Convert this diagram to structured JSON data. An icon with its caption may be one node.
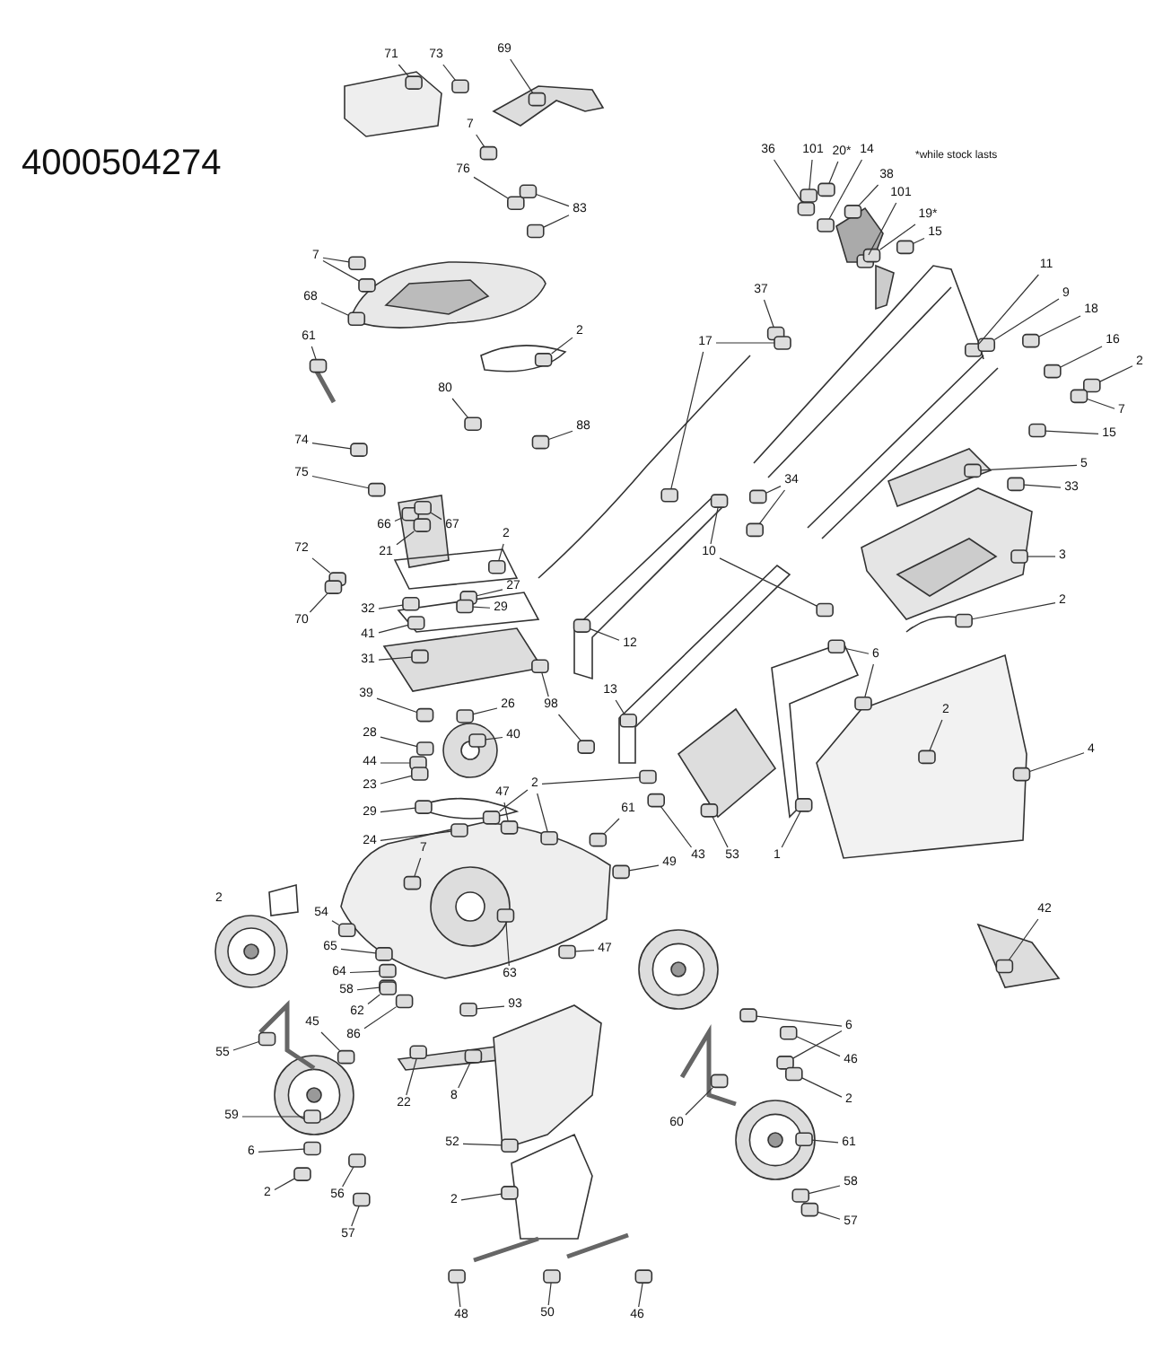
{
  "diagram": {
    "nodes": [
      {
        "text": [
          "71"
        ]
      },
      {
        "text": [
          "73"
        ]
      },
      {
        "text": [
          "69"
        ]
      },
      {
        "text": [
          "7"
        ]
      },
      {
        "text": [
          "76"
        ]
      },
      {
        "text": [
          "83"
        ]
      },
      {
        "text": [
          "36"
        ]
      },
      {
        "text": [
          "101"
        ]
      },
      {
        "text": [
          "20*"
        ]
      },
      {
        "text": [
          "14"
        ]
      },
      {
        "text": [
          "38"
        ]
      },
      {
        "text": [
          "101"
        ]
      },
      {
        "text": [
          "19*"
        ]
      },
      {
        "text": [
          "15"
        ]
      },
      {
        "text": [
          "7"
        ]
      },
      {
        "text": [
          "68"
        ]
      },
      {
        "text": [
          "11"
        ]
      },
      {
        "text": [
          "37"
        ]
      },
      {
        "text": [
          "9"
        ]
      },
      {
        "text": [
          "18"
        ]
      },
      {
        "text": [
          "2"
        ]
      },
      {
        "text": [
          "61"
        ]
      },
      {
        "text": [
          "16"
        ]
      },
      {
        "text": [
          "17"
        ]
      },
      {
        "text": [
          "2"
        ]
      },
      {
        "text": [
          "80"
        ]
      },
      {
        "text": [
          "7"
        ]
      },
      {
        "text": [
          "88"
        ]
      },
      {
        "text": [
          "15"
        ]
      },
      {
        "text": [
          "74"
        ]
      },
      {
        "text": [
          "5"
        ]
      },
      {
        "text": [
          "75"
        ]
      },
      {
        "text": [
          "34"
        ]
      },
      {
        "text": [
          "33"
        ]
      },
      {
        "text": [
          "66"
        ]
      },
      {
        "text": [
          "67"
        ]
      },
      {
        "text": [
          "2"
        ]
      },
      {
        "text": [
          "72"
        ]
      },
      {
        "text": [
          "21"
        ]
      },
      {
        "text": [
          "10"
        ]
      },
      {
        "text": [
          "3"
        ]
      },
      {
        "text": [
          "27"
        ]
      },
      {
        "text": [
          "2"
        ]
      },
      {
        "text": [
          "29"
        ]
      },
      {
        "text": [
          "32"
        ]
      },
      {
        "text": [
          "70"
        ]
      },
      {
        "text": [
          "41"
        ]
      },
      {
        "text": [
          "12"
        ]
      },
      {
        "text": [
          "6"
        ]
      },
      {
        "text": [
          "31"
        ]
      },
      {
        "text": [
          "13"
        ]
      },
      {
        "text": [
          "39"
        ]
      },
      {
        "text": [
          "98"
        ]
      },
      {
        "text": [
          "26"
        ]
      },
      {
        "text": [
          "2"
        ]
      },
      {
        "text": [
          "28"
        ]
      },
      {
        "text": [
          "40"
        ]
      },
      {
        "text": [
          "4"
        ]
      },
      {
        "text": [
          "44"
        ]
      },
      {
        "text": [
          "2"
        ]
      },
      {
        "text": [
          "23"
        ]
      },
      {
        "text": [
          "47"
        ]
      },
      {
        "text": [
          "61"
        ]
      },
      {
        "text": [
          "29"
        ]
      },
      {
        "text": [
          "24"
        ]
      },
      {
        "text": [
          "7"
        ]
      },
      {
        "text": [
          "43"
        ]
      },
      {
        "text": [
          "49"
        ]
      },
      {
        "text": [
          "53"
        ]
      },
      {
        "text": [
          "1"
        ]
      },
      {
        "text": [
          "54"
        ]
      },
      {
        "text": [
          "42"
        ]
      },
      {
        "text": [
          "65"
        ]
      },
      {
        "text": [
          "47"
        ]
      },
      {
        "text": [
          "64"
        ]
      },
      {
        "text": [
          "63"
        ]
      },
      {
        "text": [
          "58"
        ]
      },
      {
        "text": [
          "93"
        ]
      },
      {
        "text": [
          "62"
        ]
      },
      {
        "text": [
          "45"
        ]
      },
      {
        "text": [
          "6"
        ]
      },
      {
        "text": [
          "86"
        ]
      },
      {
        "text": [
          "55"
        ]
      },
      {
        "text": [
          "46"
        ]
      },
      {
        "text": [
          "8"
        ]
      },
      {
        "text": [
          "2"
        ]
      },
      {
        "text": [
          "22"
        ]
      },
      {
        "text": [
          "59"
        ]
      },
      {
        "text": [
          "60"
        ]
      },
      {
        "text": [
          "52"
        ]
      },
      {
        "text": [
          "61"
        ]
      },
      {
        "text": [
          "6"
        ]
      },
      {
        "text": [
          "58"
        ]
      },
      {
        "text": [
          "2"
        ]
      },
      {
        "text": [
          "2"
        ]
      },
      {
        "text": [
          "56"
        ]
      },
      {
        "text": [
          "57"
        ]
      },
      {
        "text": [
          "57"
        ]
      },
      {
        "text": [
          "48"
        ]
      },
      {
        "text": [
          "50"
        ]
      },
      {
        "text": [
          "46"
        ]
      },
      {
        "text": [],
        "shape": "box"
      },
      {
        "text": [],
        "shape": "box"
      },
      {
        "text": [],
        "shape": "box"
      },
      {
        "text": [],
        "shape": "box"
      },
      {
        "text": [],
        "shape": "box"
      },
      {
        "text": [],
        "shape": "box"
      },
      {
        "text": [],
        "shape": "box"
      },
      {
        "text": [],
        "shape": "box"
      },
      {
        "text": [],
        "shape": "box"
      },
      {
        "text": [],
        "shape": "box"
      },
      {
        "text": [],
        "shape": "box"
      },
      {
        "text": [],
        "shape": "box"
      },
      {
        "text": [],
        "shape": "box"
      },
      {
        "text": [],
        "shape": "box"
      },
      {
        "text": [],
        "shape": "box"
      },
      {
        "text": [],
        "shape": "box"
      },
      {
        "text": [],
        "shape": "box"
      },
      {
        "text": [],
        "shape": "box"
      },
      {
        "text": [],
        "shape": "box"
      },
      {
        "text": [],
        "shape": "box"
      },
      {
        "text": [],
        "shape": "box"
      },
      {
        "text": [],
        "shape": "box"
      },
      {
        "text": [],
        "shape": "box"
      },
      {
        "text": [],
        "shape": "box"
      },
      {
        "text": [],
        "shape": "box"
      },
      {
        "text": [],
        "shape": "box"
      },
      {
        "text": [],
        "shape": "box"
      },
      {
        "text": [],
        "shape": "box"
      },
      {
        "text": [],
        "shape": "box"
      },
      {
        "text": [],
        "shape": "box"
      },
      {
        "text": [],
        "shape": "box"
      },
      {
        "text": [],
        "shape": "box"
      },
      {
        "text": [],
        "shape": "box"
      },
      {
        "text": [],
        "shape": "box"
      },
      {
        "text": [],
        "shape": "box"
      },
      {
        "text": [],
        "shape": "box"
      },
      {
        "text": [],
        "shape": "box"
      },
      {
        "text": [],
        "shape": "box"
      },
      {
        "text": [],
        "shape": "box"
      },
      {
        "text": [],
        "shape": "box"
      },
      {
        "text": [],
        "shape": "box"
      },
      {
        "text": [],
        "shape": "box"
      },
      {
        "text": [],
        "shape": "box"
      },
      {
        "text": [],
        "shape": "box"
      },
      {
        "text": [],
        "shape": "box"
      },
      {
        "text": [],
        "shape": "box"
      },
      {
        "text": [],
        "shape": "box"
      },
      {
        "text": [],
        "shape": "box"
      },
      {
        "text": [],
        "shape": "box"
      },
      {
        "text": [],
        "shape": "box"
      },
      {
        "text": [],
        "shape": "box"
      },
      {
        "text": [],
        "shape": "box"
      },
      {
        "text": [],
        "shape": "box"
      },
      {
        "text": [],
        "shape": "box"
      },
      {
        "text": [],
        "shape": "box"
      },
      {
        "text": [],
        "shape": "box"
      },
      {
        "text": [],
        "shape": "box"
      },
      {
        "text": [],
        "shape": "box"
      },
      {
        "text": [],
        "shape": "box"
      },
      {
        "text": [],
        "shape": "box"
      },
      {
        "text": [],
        "shape": "box"
      },
      {
        "text": [],
        "shape": "box"
      },
      {
        "text": [],
        "shape": "box"
      },
      {
        "text": [],
        "shape": "box"
      },
      {
        "text": [],
        "shape": "box"
      },
      {
        "text": [],
        "shape": "box"
      },
      {
        "text": [],
        "shape": "box"
      },
      {
        "text": [],
        "shape": "box"
      },
      {
        "text": [],
        "shape": "box"
      },
      {
        "text": [],
        "shape": "box"
      },
      {
        "text": [],
        "shape": "box"
      },
      {
        "text": [],
        "shape": "box"
      },
      {
        "text": [],
        "shape": "box"
      },
      {
        "text": [],
        "shape": "box"
      },
      {
        "text": [],
        "shape": "box"
      },
      {
        "text": [],
        "shape": "box"
      },
      {
        "text": [],
        "shape": "box"
      },
      {
        "text": [],
        "shape": "box"
      },
      {
        "text": [],
        "shape": "box"
      },
      {
        "text": [],
        "shape": "box"
      },
      {
        "text": [],
        "shape": "box"
      },
      {
        "text": [],
        "shape": "box"
      },
      {
        "text": [],
        "shape": "box"
      },
      {
        "text": [],
        "shape": "box"
      },
      {
        "text": [],
        "shape": "box"
      },
      {
        "text": [],
        "shape": "box"
      },
      {
        "text": [],
        "shape": "box"
      },
      {
        "text": [],
        "shape": "box"
      },
      {
        "text": [],
        "shape": "box"
      },
      {
        "text": [],
        "shape": "box"
      },
      {
        "text": [],
        "shape": "box"
      },
      {
        "text": [],
        "shape": "box"
      },
      {
        "text": [],
        "shape": "box"
      },
      {
        "text": [],
        "shape": "box"
      },
      {
        "text": [],
        "shape": "box"
      },
      {
        "text": [],
        "shape": "box"
      },
      {
        "text": [],
        "shape": "box"
      },
      {
        "text": [],
        "shape": "box"
      },
      {
        "text": [],
        "shape": "box"
      },
      {
        "text": [],
        "shape": "box"
      },
      {
        "text": [],
        "shape": "box"
      },
      {
        "text": [],
        "shape": "box"
      },
      {
        "text": [],
        "shape": "box"
      },
      {
        "text": [],
        "shape": "box"
      },
      {
        "text": [],
        "shape": "box"
      },
      {
        "text": [],
        "shape": "box"
      },
      {
        "text": [],
        "shape": "box"
      },
      {
        "text": [],
        "shape": "box"
      },
      {
        "text": [],
        "shape": "box"
      },
      {
        "text": [],
        "shape": "box"
      },
      {
        "text": [],
        "shape": "box"
      }
    ],
    "edges": [
      {
        "from": 0,
        "to": 101,
        "arrow": "none"
      },
      {
        "from": 1,
        "to": 102,
        "arrow": "none"
      },
      {
        "from": 2,
        "to": 103,
        "arrow": "none"
      },
      {
        "from": 3,
        "to": 104,
        "arrow": "none"
      },
      {
        "from": 4,
        "to": 105,
        "arrow": "none"
      },
      {
        "from": 5,
        "to": 106,
        "arrow": "none"
      },
      {
        "from": 5,
        "to": 107,
        "arrow": "none"
      },
      {
        "from": 6,
        "to": 108,
        "arrow": "none"
      },
      {
        "from": 7,
        "to": 109,
        "arrow": "none"
      },
      {
        "from": 8,
        "to": 110,
        "arrow": "none"
      },
      {
        "from": 9,
        "to": 111,
        "arrow": "none"
      },
      {
        "from": 10,
        "to": 112,
        "arrow": "none"
      },
      {
        "from": 11,
        "to": 113,
        "arrow": "none"
      },
      {
        "from": 12,
        "to": 114,
        "arrow": "none"
      },
      {
        "from": 13,
        "to": 115,
        "arrow": "none"
      },
      {
        "from": 14,
        "to": 116,
        "arrow": "none"
      },
      {
        "from": 14,
        "to": 117,
        "arrow": "none"
      },
      {
        "from": 15,
        "to": 118,
        "arrow": "none"
      },
      {
        "from": 16,
        "to": 119,
        "arrow": "none"
      },
      {
        "from": 17,
        "to": 120,
        "arrow": "none"
      },
      {
        "from": 18,
        "to": 121,
        "arrow": "none"
      },
      {
        "from": 19,
        "to": 122,
        "arrow": "none"
      },
      {
        "from": 20,
        "to": 123,
        "arrow": "none"
      },
      {
        "from": 21,
        "to": 124,
        "arrow": "none"
      },
      {
        "from": 22,
        "to": 125,
        "arrow": "none"
      },
      {
        "from": 23,
        "to": 126,
        "arrow": "none"
      },
      {
        "from": 23,
        "to": 127,
        "arrow": "none"
      },
      {
        "from": 24,
        "to": 128,
        "arrow": "none"
      },
      {
        "from": 25,
        "to": 129,
        "arrow": "none"
      },
      {
        "from": 26,
        "to": 130,
        "arrow": "none"
      },
      {
        "from": 27,
        "to": 131,
        "arrow": "none"
      },
      {
        "from": 28,
        "to": 132,
        "arrow": "none"
      },
      {
        "from": 29,
        "to": 133,
        "arrow": "none"
      },
      {
        "from": 30,
        "to": 134,
        "arrow": "none"
      },
      {
        "from": 31,
        "to": 135,
        "arrow": "none"
      },
      {
        "from": 32,
        "to": 136,
        "arrow": "none"
      },
      {
        "from": 32,
        "to": 137,
        "arrow": "none"
      },
      {
        "from": 33,
        "to": 138,
        "arrow": "none"
      },
      {
        "from": 34,
        "to": 139,
        "arrow": "none"
      },
      {
        "from": 35,
        "to": 140,
        "arrow": "none"
      },
      {
        "from": 36,
        "to": 141,
        "arrow": "none"
      },
      {
        "from": 37,
        "to": 142,
        "arrow": "none"
      },
      {
        "from": 38,
        "to": 143,
        "arrow": "none"
      },
      {
        "from": 39,
        "to": 144,
        "arrow": "none"
      },
      {
        "from": 39,
        "to": 145,
        "arrow": "none"
      },
      {
        "from": 40,
        "to": 146,
        "arrow": "none"
      },
      {
        "from": 41,
        "to": 147,
        "arrow": "none"
      },
      {
        "from": 42,
        "to": 148,
        "arrow": "none"
      },
      {
        "from": 43,
        "to": 149,
        "arrow": "none"
      },
      {
        "from": 44,
        "to": 150,
        "arrow": "none"
      },
      {
        "from": 45,
        "to": 151,
        "arrow": "none"
      },
      {
        "from": 46,
        "to": 152,
        "arrow": "none"
      },
      {
        "from": 47,
        "to": 153,
        "arrow": "none"
      },
      {
        "from": 48,
        "to": 154,
        "arrow": "none"
      },
      {
        "from": 48,
        "to": 155,
        "arrow": "none"
      },
      {
        "from": 49,
        "to": 156,
        "arrow": "none"
      },
      {
        "from": 50,
        "to": 157,
        "arrow": "none"
      },
      {
        "from": 51,
        "to": 158,
        "arrow": "none"
      },
      {
        "from": 52,
        "to": 159,
        "arrow": "none"
      },
      {
        "from": 52,
        "to": 160,
        "arrow": "none"
      },
      {
        "from": 53,
        "to": 161,
        "arrow": "none"
      },
      {
        "from": 54,
        "to": 162,
        "arrow": "none"
      },
      {
        "from": 55,
        "to": 163,
        "arrow": "none"
      },
      {
        "from": 56,
        "to": 164,
        "arrow": "none"
      },
      {
        "from": 57,
        "to": 165,
        "arrow": "none"
      },
      {
        "from": 58,
        "to": 166,
        "arrow": "none"
      },
      {
        "from": 59,
        "to": 167,
        "arrow": "none"
      },
      {
        "from": 59,
        "to": 168,
        "arrow": "none"
      },
      {
        "from": 59,
        "to": 169,
        "arrow": "none"
      },
      {
        "from": 60,
        "to": 170,
        "arrow": "none"
      },
      {
        "from": 61,
        "to": 171,
        "arrow": "none"
      },
      {
        "from": 62,
        "to": 172,
        "arrow": "none"
      },
      {
        "from": 63,
        "to": 173,
        "arrow": "none"
      },
      {
        "from": 64,
        "to": 174,
        "arrow": "none"
      },
      {
        "from": 65,
        "to": 175,
        "arrow": "none"
      },
      {
        "from": 66,
        "to": 176,
        "arrow": "none"
      },
      {
        "from": 67,
        "to": 177,
        "arrow": "none"
      },
      {
        "from": 68,
        "to": 178,
        "arrow": "none"
      },
      {
        "from": 69,
        "to": 179,
        "arrow": "none"
      },
      {
        "from": 70,
        "to": 180,
        "arrow": "none"
      },
      {
        "from": 71,
        "to": 181,
        "arrow": "none"
      },
      {
        "from": 72,
        "to": 182,
        "arrow": "none"
      },
      {
        "from": 73,
        "to": 183,
        "arrow": "none"
      },
      {
        "from": 74,
        "to": 184,
        "arrow": "none"
      },
      {
        "from": 75,
        "to": 185,
        "arrow": "none"
      },
      {
        "from": 76,
        "to": 186,
        "arrow": "none"
      },
      {
        "from": 77,
        "to": 187,
        "arrow": "none"
      },
      {
        "from": 78,
        "to": 188,
        "arrow": "none"
      },
      {
        "from": 79,
        "to": 189,
        "arrow": "none"
      },
      {
        "from": 80,
        "to": 190,
        "arrow": "none"
      },
      {
        "from": 80,
        "to": 191,
        "arrow": "none"
      },
      {
        "from": 81,
        "to": 192,
        "arrow": "none"
      },
      {
        "from": 82,
        "to": 193,
        "arrow": "none"
      },
      {
        "from": 83,
        "to": 194,
        "arrow": "none"
      },
      {
        "from": 84,
        "to": 195,
        "arrow": "none"
      },
      {
        "from": 85,
        "to": 196,
        "arrow": "none"
      },
      {
        "from": 86,
        "to": 197,
        "arrow": "none"
      },
      {
        "from": 87,
        "to": 198,
        "arrow": "none"
      },
      {
        "from": 88,
        "to": 199,
        "arrow": "none"
      },
      {
        "from": 89,
        "to": 200,
        "arrow": "none"
      },
      {
        "from": 90,
        "to": 201,
        "arrow": "none"
      },
      {
        "from": 91,
        "to": 202,
        "arrow": "none"
      },
      {
        "from": 92,
        "to": 203,
        "arrow": "none"
      },
      {
        "from": 93,
        "to": 204,
        "arrow": "none"
      },
      {
        "from": 94,
        "to": 205,
        "arrow": "none"
      },
      {
        "from": 95,
        "to": 206,
        "arrow": "none"
      },
      {
        "from": 96,
        "to": 207,
        "arrow": "none"
      },
      {
        "from": 97,
        "to": 208,
        "arrow": "none"
      },
      {
        "from": 98,
        "to": 209,
        "arrow": "none"
      },
      {
        "from": 99,
        "to": 210,
        "arrow": "none"
      },
      {
        "from": 100,
        "to": 211,
        "arrow": "none"
      }
    ],
    "labels": [
      "4000504274",
      "*while stock lasts",
      "2"
    ]
  }
}
